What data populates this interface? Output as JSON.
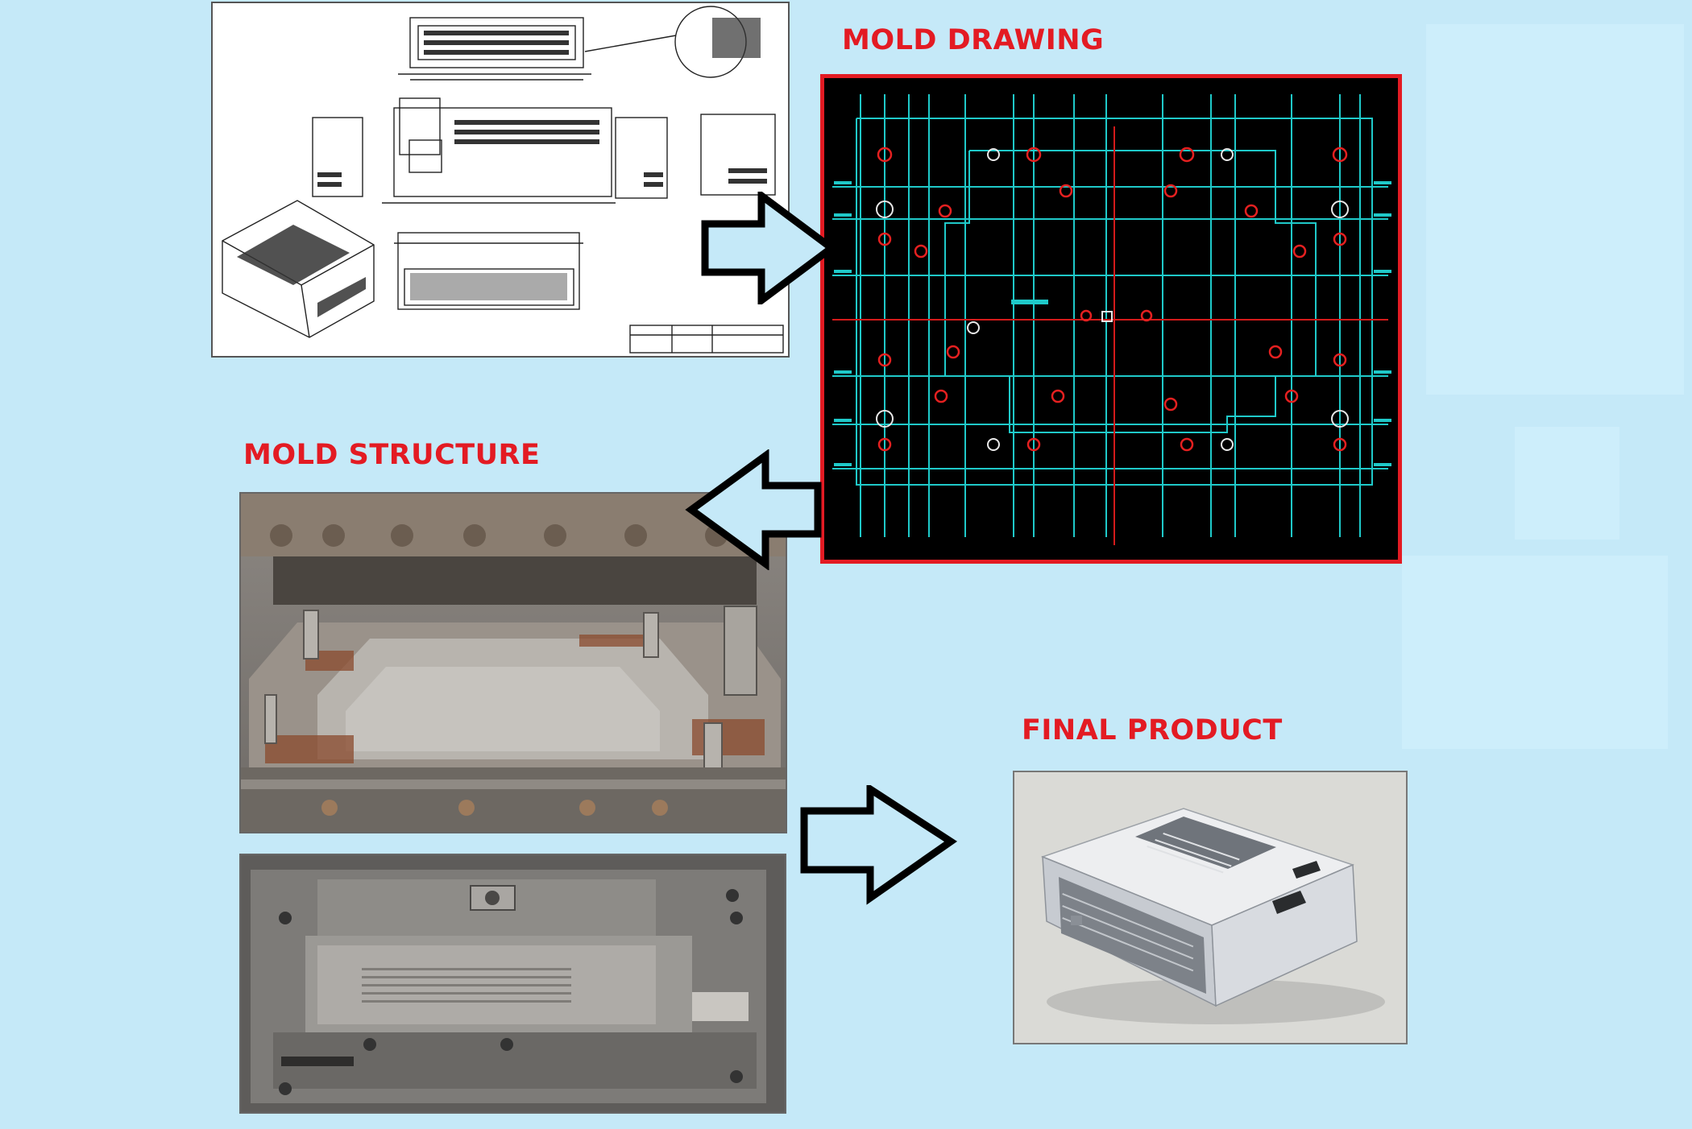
{
  "labels": {
    "mold_drawing": "MOLD DRAWING",
    "mold_structure": "MOLD STRUCTURE",
    "final_product": "FINAL PRODUCT"
  },
  "colors": {
    "background": "#c5e9f8",
    "label": "#e31b23",
    "cad_background": "#000000",
    "cad_lines": "#1fc9c9",
    "cad_holes": "#e52020",
    "cad_border": "#e31b23",
    "arrow_outline": "#000000",
    "arrow_fill": "#ffffff"
  },
  "panels": {
    "part_drawing": "technical drawing of sheet-metal part",
    "cad_drawing": "CAD mold layout",
    "die_upper_photo": "mold die photo",
    "die_lower_photo": "mold die plate photo",
    "product_photo": "perforated sheet-metal enclosure"
  }
}
